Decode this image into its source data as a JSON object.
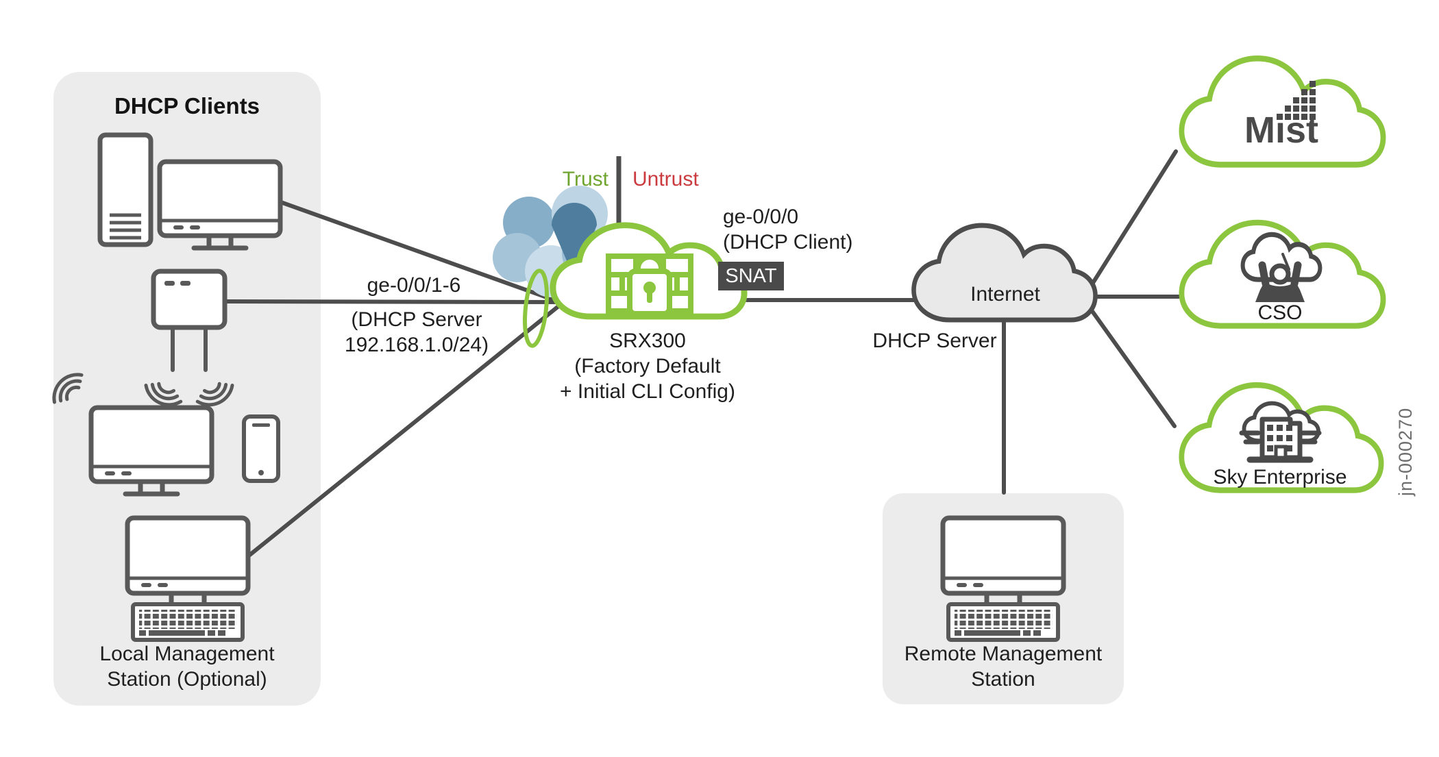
{
  "colors": {
    "juniper_green": "#8CC63F",
    "trust_green": "#6FA52F",
    "untrust_red": "#CB3A3E",
    "line_gray": "#4D4D4D",
    "icon_gray": "#595959",
    "panel_gray": "#ECECEC",
    "badge_gray": "#4A4A4A",
    "text_dark": "#1F1F1F",
    "flower_blue_dark": "#4E7D9E",
    "flower_blue_light": "#BCD4E3"
  },
  "dhcp_clients_panel": {
    "title": "DHCP Clients",
    "station_label": {
      "line1": "Local Management",
      "line2": "Station (Optional)"
    }
  },
  "srx": {
    "zones": {
      "trust": "Trust",
      "untrust": "Untrust"
    },
    "lan_interface": {
      "name": "ge-0/0/1-6",
      "note_line1": "(DHCP Server",
      "note_line2": "192.168.1.0/24)"
    },
    "wan_interface": {
      "name": "ge-0/0/0",
      "note": "(DHCP Client)"
    },
    "nat_badge": "SNAT",
    "device": {
      "line1": "SRX300",
      "line2": "(Factory Default",
      "line3": "+ Initial CLI Config)"
    }
  },
  "internet": {
    "label": "Internet",
    "dhcp_server": "DHCP Server"
  },
  "remote_panel": {
    "station_label": {
      "line1": "Remote Management",
      "line2": "Station"
    }
  },
  "cloud_services": {
    "mist": "Mist",
    "cso": "CSO",
    "sky_enterprise": "Sky Enterprise"
  },
  "figure_id": "jn-000270"
}
